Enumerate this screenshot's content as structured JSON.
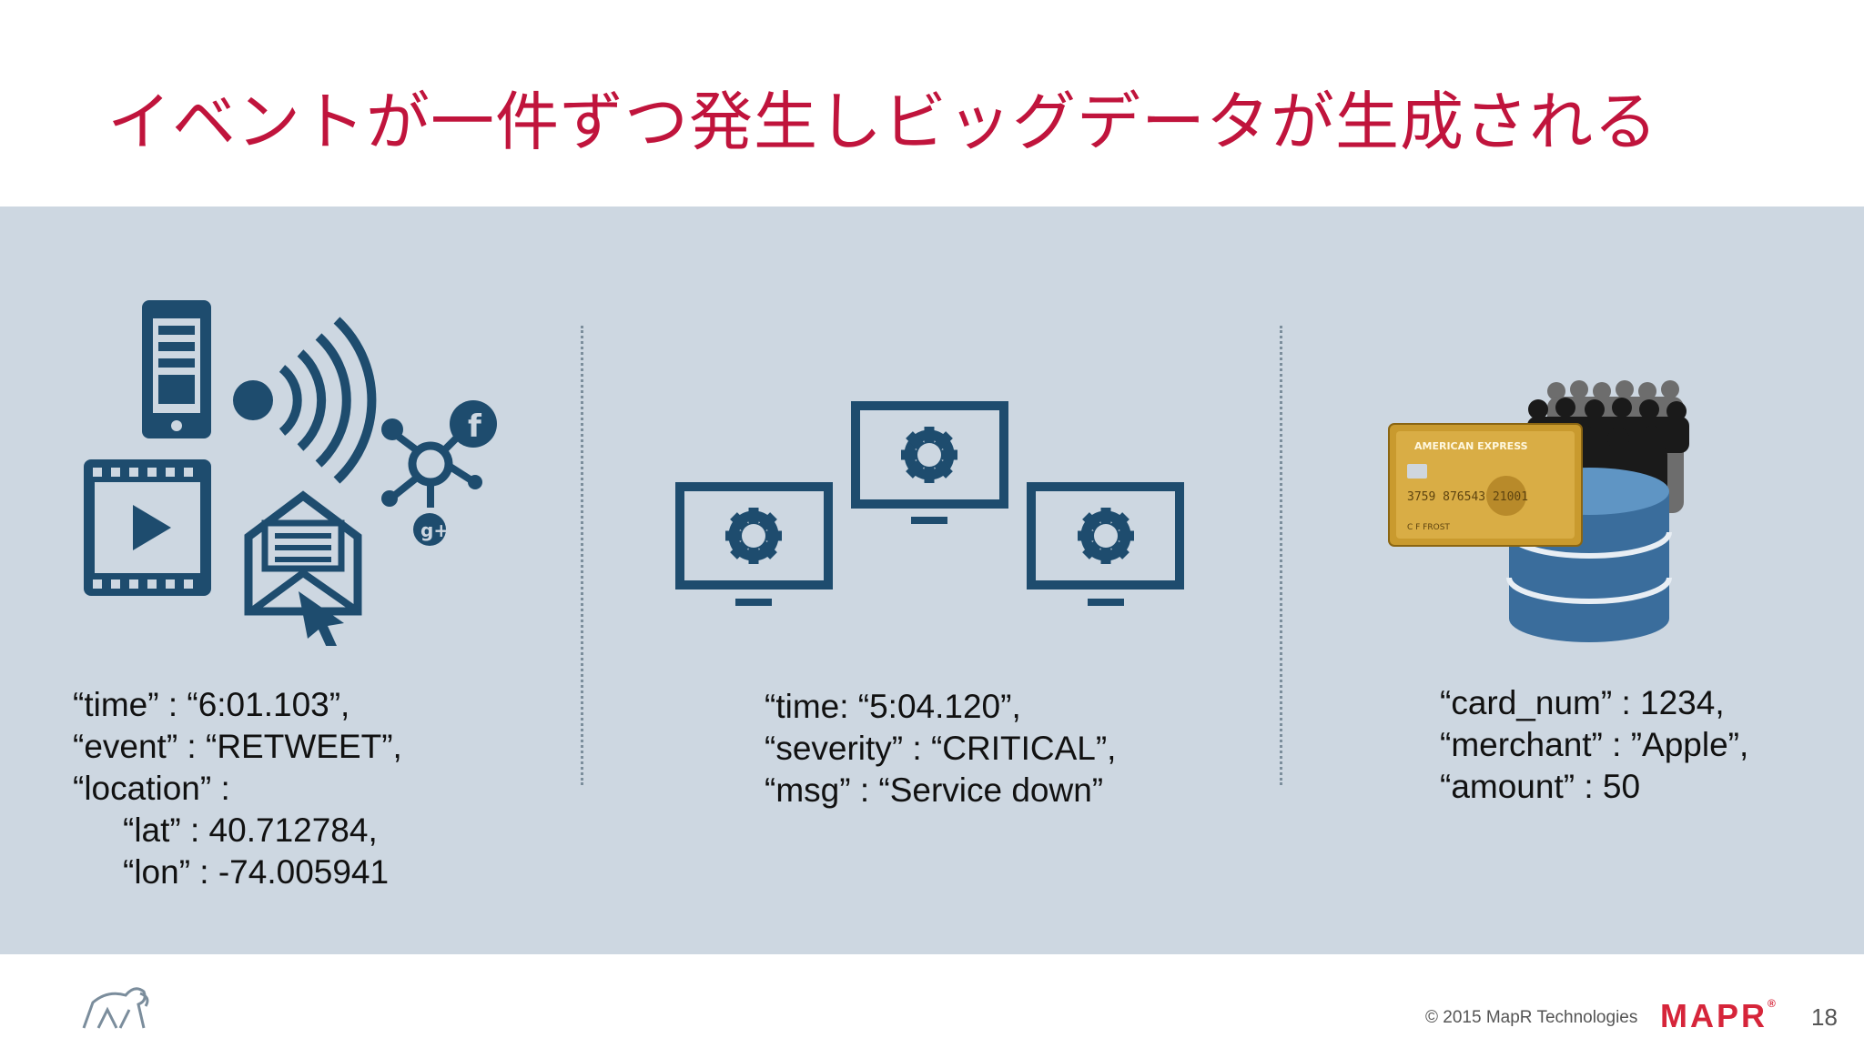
{
  "slide": {
    "title": "イベントが一件ずつ発生しビッグデータが生成される",
    "page_number": "18",
    "copyright": "© 2015 MapR Technologies",
    "brand_logo": "MAPR",
    "brand_dot": "®"
  },
  "colors": {
    "title": "#c0143c",
    "band": "#cdd7e1",
    "icon": "#1e4c6e",
    "brand": "#d6253a"
  },
  "panels": [
    {
      "icon": "social-media-icons",
      "lines": [
        "“time” : “6:01.103”,",
        "“event” : “RETWEET”,",
        "“location” :",
        "“lat” : 40.712784,",
        "“lon” : -74.005941"
      ]
    },
    {
      "icon": "server-monitors-gear-icons",
      "lines": [
        "“time: “5:04.120”,",
        "“severity” : “CRITICAL”,",
        "“msg” : “Service down”"
      ]
    },
    {
      "icon": "credit-card-crowd-database-icons",
      "card_text": {
        "issuer": "AMERICAN EXPRESS",
        "number": "3759  876543  21001",
        "holder": "C F FROST"
      },
      "lines": [
        "“card_num” : 1234,",
        "“merchant” : ”Apple”,",
        "“amount” : 50"
      ]
    }
  ]
}
